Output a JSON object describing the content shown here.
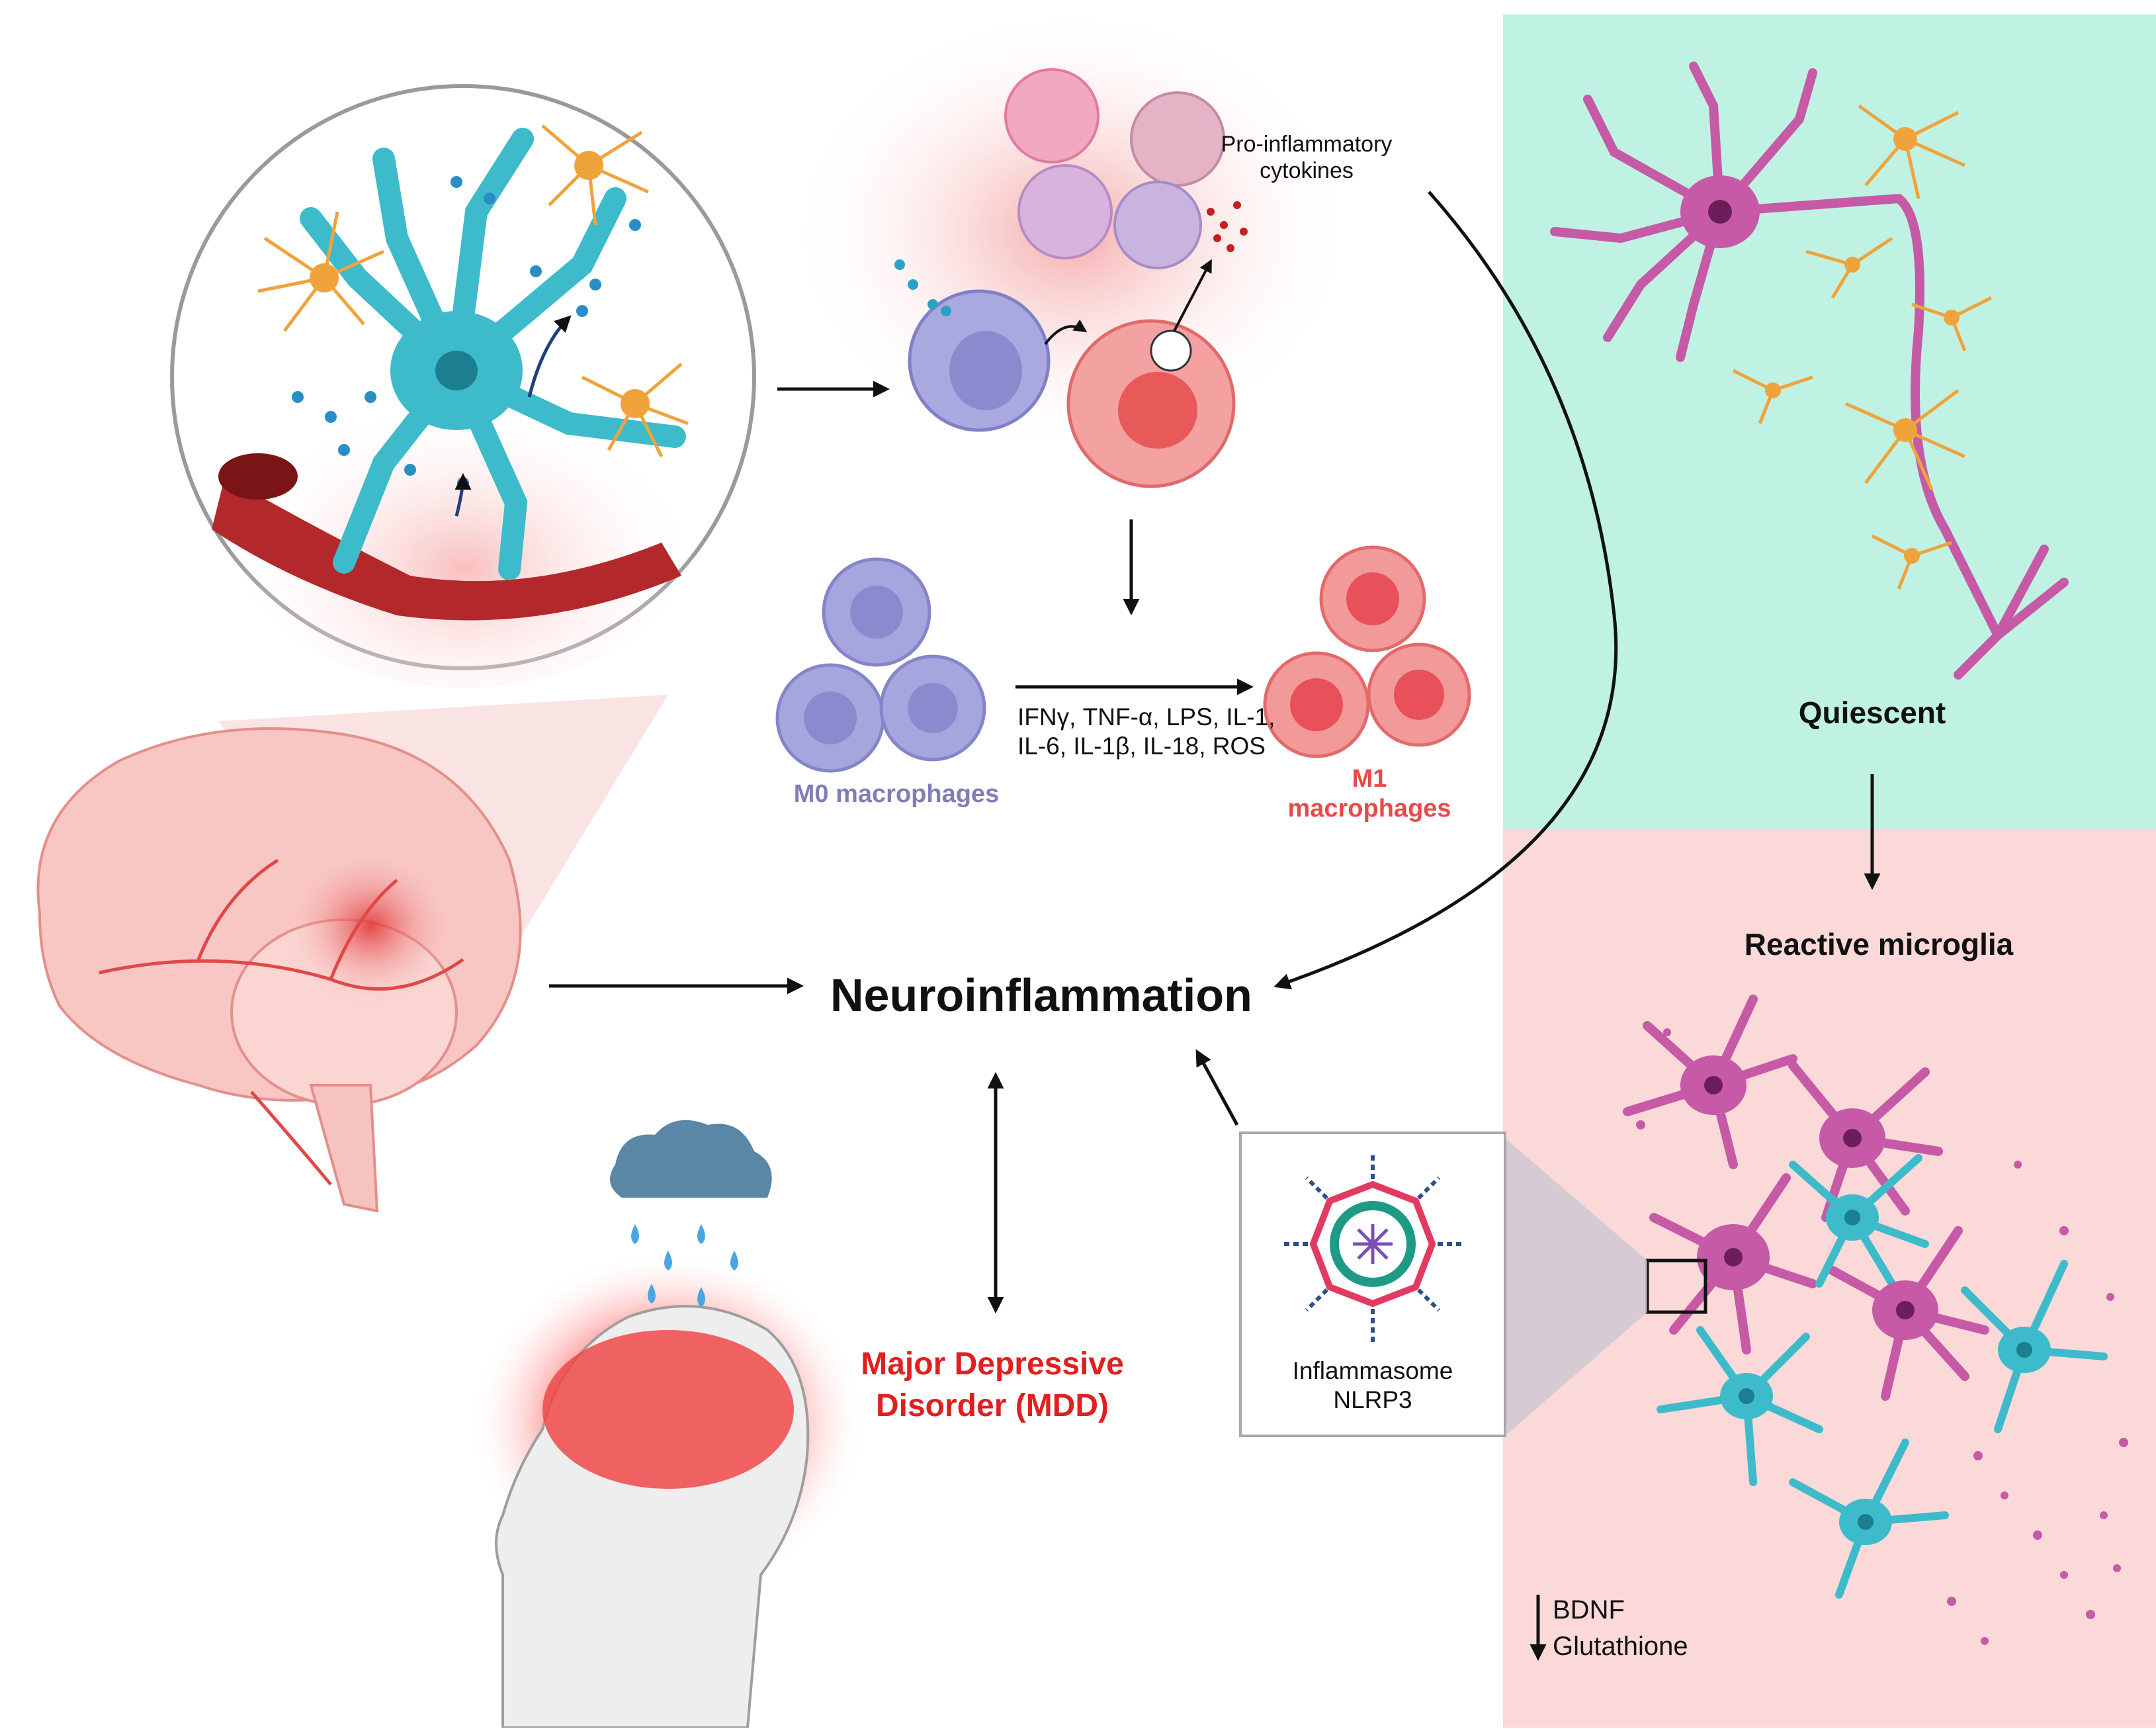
{
  "labels": {
    "pro_inflammatory_line1": "Pro-inflammatory",
    "pro_inflammatory_line2": "cytokines",
    "cytokine_list_line1": "IFNγ, TNF-α, LPS, IL-1,",
    "cytokine_list_line2": "IL-6, IL-1β, IL-18, ROS",
    "m0_macrophages": "M0 macrophages",
    "m1_line1": "M1",
    "m1_line2": "macrophages",
    "quiescent": "Quiescent",
    "reactive_microglia": "Reactive microglia",
    "neuroinflammation": "Neuroinflammation",
    "mdd_line1": "Major Depressive",
    "mdd_line2": "Disorder (MDD)",
    "inflammasome_line1": "Inflammasome",
    "inflammasome_line2": "NLRP3",
    "bdnf": "BDNF",
    "glutathione": "Glutathione"
  },
  "colors": {
    "quiescent_panel": "#bff2e3",
    "reactive_panel": "#fbd9d9",
    "m0_label": "#7f7fb8",
    "m1_label": "#e84a4a",
    "mdd_label": "#e02020",
    "microglia_pink": "#c65aa6",
    "astrocyte_cyan": "#3dbbcb",
    "astrocyte_orange": "#f0a33a",
    "vessel_red": "#b3282a",
    "macrophage_purple": "#9b9bd6",
    "macrophage_red": "#f06a6a"
  }
}
